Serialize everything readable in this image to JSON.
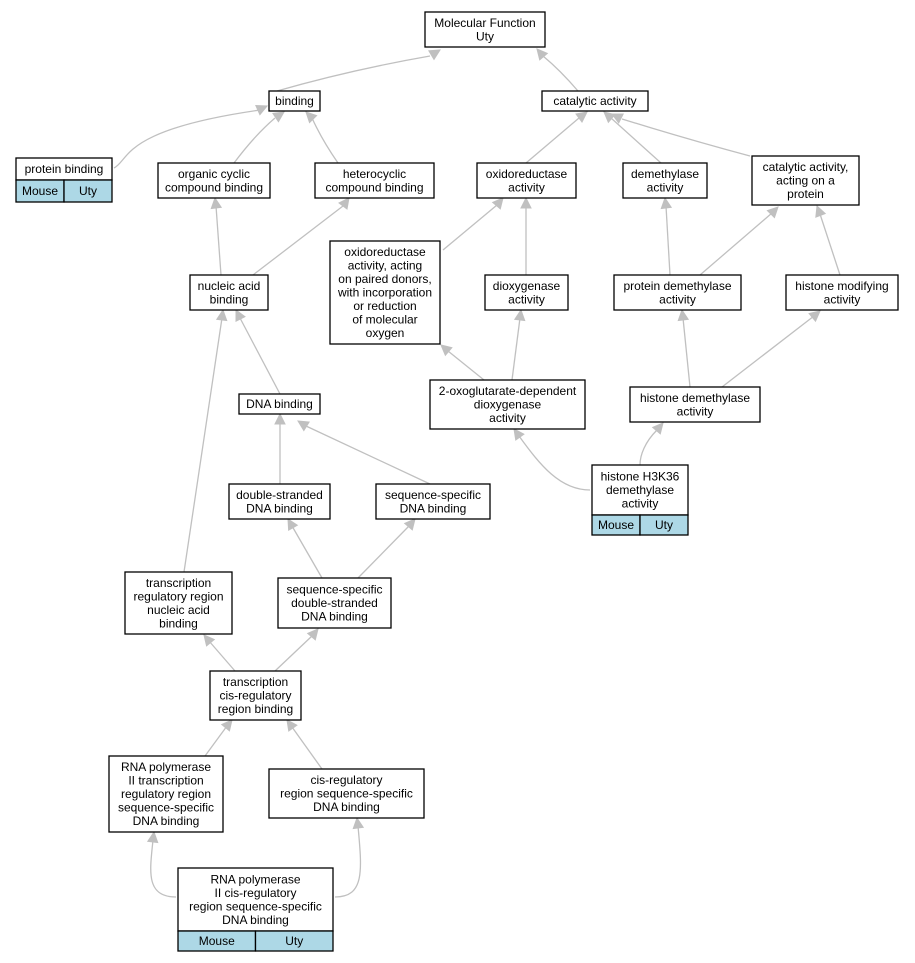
{
  "root": {
    "lines": [
      "Molecular Function",
      "Uty"
    ]
  },
  "nodes": {
    "binding": {
      "lines": [
        "binding"
      ]
    },
    "catalytic_activity": {
      "lines": [
        "catalytic activity"
      ]
    },
    "protein_binding": {
      "lines": [
        "protein binding"
      ],
      "annotations": [
        "Mouse",
        "Uty"
      ]
    },
    "organic_cyclic": {
      "lines": [
        "organic cyclic",
        "compound binding"
      ]
    },
    "heterocyclic": {
      "lines": [
        "heterocyclic",
        "compound binding"
      ]
    },
    "oxidoreductase": {
      "lines": [
        "oxidoreductase",
        "activity"
      ]
    },
    "demethylase": {
      "lines": [
        "demethylase",
        "activity"
      ]
    },
    "catalytic_protein": {
      "lines": [
        "catalytic activity,",
        "acting on a",
        "protein"
      ]
    },
    "oxidoreductase_paired": {
      "lines": [
        "oxidoreductase",
        "activity, acting",
        "on paired donors,",
        "with incorporation",
        "or reduction",
        "of molecular",
        "oxygen"
      ]
    },
    "nucleic_acid": {
      "lines": [
        "nucleic acid",
        "binding"
      ]
    },
    "dioxygenase": {
      "lines": [
        "dioxygenase",
        "activity"
      ]
    },
    "protein_demethylase": {
      "lines": [
        "protein demethylase",
        "activity"
      ]
    },
    "histone_modifying": {
      "lines": [
        "histone modifying",
        "activity"
      ]
    },
    "dna_binding": {
      "lines": [
        "DNA binding"
      ]
    },
    "oxoglutarate": {
      "lines": [
        "2-oxoglutarate-dependent",
        "dioxygenase",
        "activity"
      ]
    },
    "histone_demethylase": {
      "lines": [
        "histone demethylase",
        "activity"
      ]
    },
    "ds_dna": {
      "lines": [
        "double-stranded",
        "DNA binding"
      ]
    },
    "ss_dna": {
      "lines": [
        "sequence-specific",
        "DNA binding"
      ]
    },
    "h3k36": {
      "lines": [
        "histone H3K36",
        "demethylase",
        "activity"
      ],
      "annotations": [
        "Mouse",
        "Uty"
      ]
    },
    "tr_region_na": {
      "lines": [
        "transcription",
        "regulatory region",
        "nucleic acid",
        "binding"
      ]
    },
    "ss_ds_dna": {
      "lines": [
        "sequence-specific",
        "double-stranded",
        "DNA binding"
      ]
    },
    "tcis": {
      "lines": [
        "transcription",
        "cis-regulatory",
        "region binding"
      ]
    },
    "rnapol_tr": {
      "lines": [
        "RNA polymerase",
        "II transcription",
        "regulatory region",
        "sequence-specific",
        "DNA binding"
      ]
    },
    "cis_reg_ss": {
      "lines": [
        "cis-regulatory",
        "region sequence-specific",
        "DNA binding"
      ]
    },
    "rnapol_cis": {
      "lines": [
        "RNA polymerase",
        "II cis-regulatory",
        "region sequence-specific",
        "DNA binding"
      ],
      "annotations": [
        "Mouse",
        "Uty"
      ]
    }
  },
  "colors": {
    "node_border": "#000000",
    "node_fill": "#ffffff",
    "annotation_fill": "#add8e6",
    "edge": "#c0c0c0"
  }
}
